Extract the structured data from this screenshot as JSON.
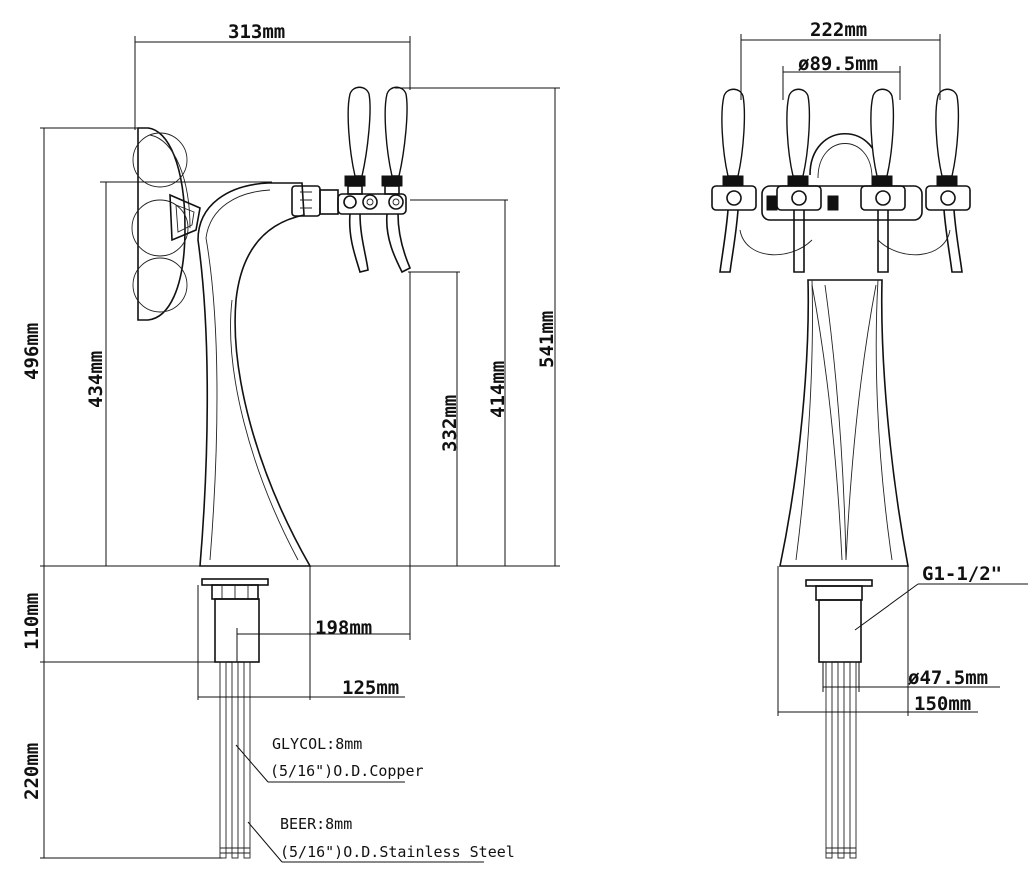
{
  "dimensions": {
    "side_width": "313mm",
    "side_height_shield": "496mm",
    "side_height_top": "434mm",
    "side_spout_height": "332mm",
    "side_tap_center_height": "414mm",
    "side_handle_height": "541mm",
    "side_base_height": "110mm",
    "side_offset": "198mm",
    "side_base_width": "125mm",
    "side_tube_length": "220mm",
    "front_width": "222mm",
    "front_ring_diameter": "ø89.5mm",
    "front_thread": "G1-1/2\"",
    "front_shank_diameter": "ø47.5mm",
    "front_base_width": "150mm"
  },
  "notes": {
    "glycol_line1": "GLYCOL:8mm",
    "glycol_line2": "(5/16\")O.D.Copper",
    "beer_line1": "BEER:8mm",
    "beer_line2": "(5/16\")O.D.Stainless Steel"
  }
}
